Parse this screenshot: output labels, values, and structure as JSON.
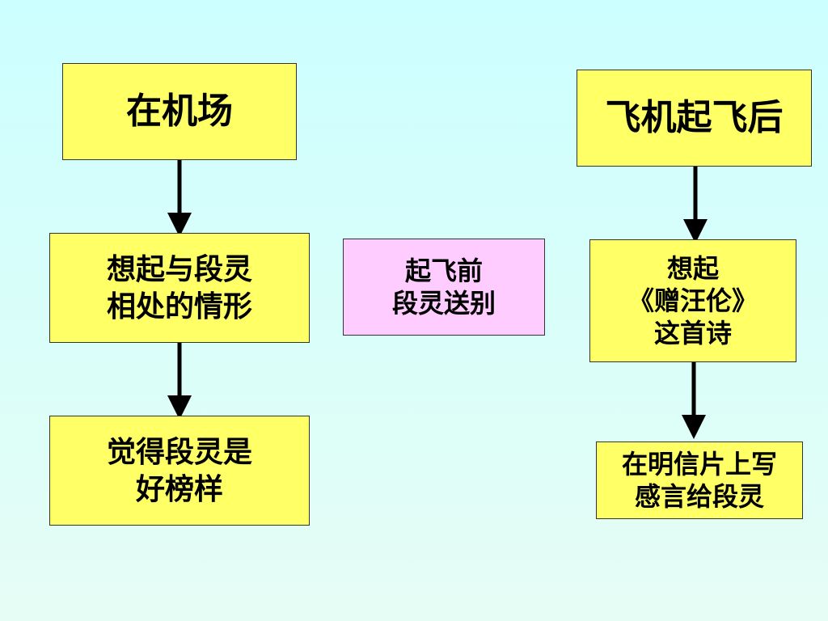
{
  "colors": {
    "box_yellow": "#ffff66",
    "box_pink": "#ffccff",
    "arrow": "#000000"
  },
  "left_column": {
    "box1": {
      "lines": [
        "在机场"
      ]
    },
    "box2": {
      "lines": [
        "想起与段灵",
        "相处的情形"
      ]
    },
    "box3": {
      "lines": [
        "觉得段灵是",
        "好榜样"
      ]
    }
  },
  "center": {
    "box": {
      "lines": [
        "起飞前",
        "段灵送别"
      ]
    }
  },
  "right_column": {
    "box1": {
      "lines": [
        "飞机起飞后"
      ]
    },
    "box2": {
      "lines": [
        "想起",
        "《赠汪伦》",
        "这首诗"
      ]
    },
    "box3": {
      "lines": [
        "在明信片上写",
        "感言给段灵"
      ]
    }
  }
}
